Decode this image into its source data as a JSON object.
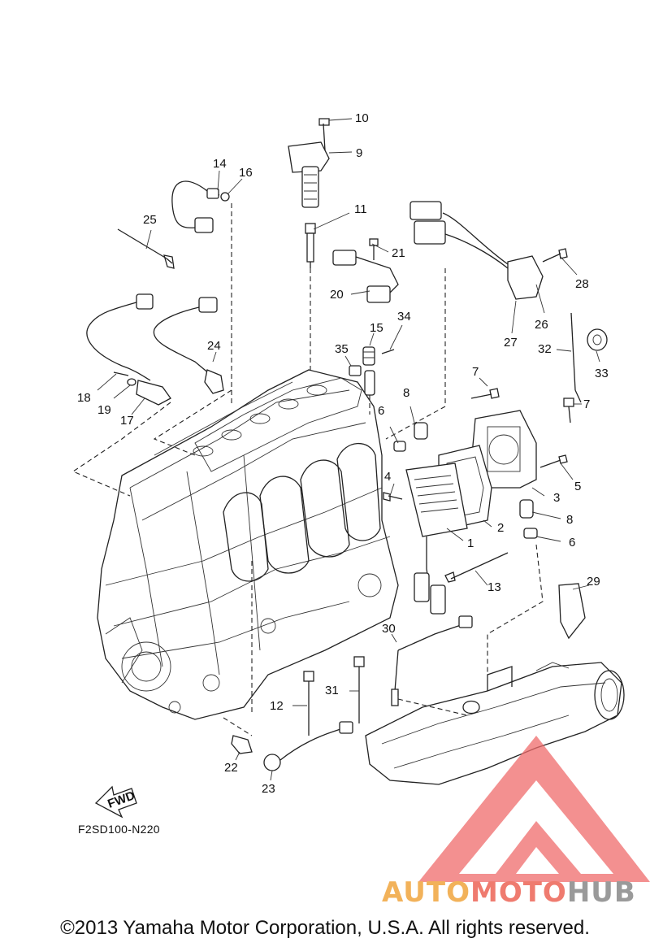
{
  "callouts": [
    {
      "id": "1",
      "label": "1"
    },
    {
      "id": "2",
      "label": "2"
    },
    {
      "id": "3",
      "label": "3"
    },
    {
      "id": "4",
      "label": "4"
    },
    {
      "id": "5",
      "label": "5"
    },
    {
      "id": "6a",
      "label": "6"
    },
    {
      "id": "6b",
      "label": "6"
    },
    {
      "id": "7a",
      "label": "7"
    },
    {
      "id": "7b",
      "label": "7"
    },
    {
      "id": "8a",
      "label": "8"
    },
    {
      "id": "8b",
      "label": "8"
    },
    {
      "id": "9",
      "label": "9"
    },
    {
      "id": "10",
      "label": "10"
    },
    {
      "id": "11",
      "label": "11"
    },
    {
      "id": "12",
      "label": "12"
    },
    {
      "id": "13",
      "label": "13"
    },
    {
      "id": "14",
      "label": "14"
    },
    {
      "id": "15",
      "label": "15"
    },
    {
      "id": "16",
      "label": "16"
    },
    {
      "id": "17",
      "label": "17"
    },
    {
      "id": "18",
      "label": "18"
    },
    {
      "id": "19",
      "label": "19"
    },
    {
      "id": "20",
      "label": "20"
    },
    {
      "id": "21",
      "label": "21"
    },
    {
      "id": "22",
      "label": "22"
    },
    {
      "id": "23",
      "label": "23"
    },
    {
      "id": "24",
      "label": "24"
    },
    {
      "id": "25",
      "label": "25"
    },
    {
      "id": "26",
      "label": "26"
    },
    {
      "id": "27",
      "label": "27"
    },
    {
      "id": "28",
      "label": "28"
    },
    {
      "id": "29",
      "label": "29"
    },
    {
      "id": "30",
      "label": "30"
    },
    {
      "id": "31",
      "label": "31"
    },
    {
      "id": "32",
      "label": "32"
    },
    {
      "id": "33",
      "label": "33"
    },
    {
      "id": "34",
      "label": "34"
    },
    {
      "id": "35",
      "label": "35"
    }
  ],
  "fwd_label": "FWD",
  "diagram_code": "F2SD100-N220",
  "copyright": "©2013 Yamaha Motor Corporation, U.S.A. All rights reserved.",
  "watermark": {
    "part1": "AUTO",
    "part2": "MOTO",
    "part3": "HUB",
    "color1": "#f2b25a",
    "color2": "#ef7b6f",
    "color3": "#9a9a9a",
    "triangle_color": "#ef6b6b"
  }
}
